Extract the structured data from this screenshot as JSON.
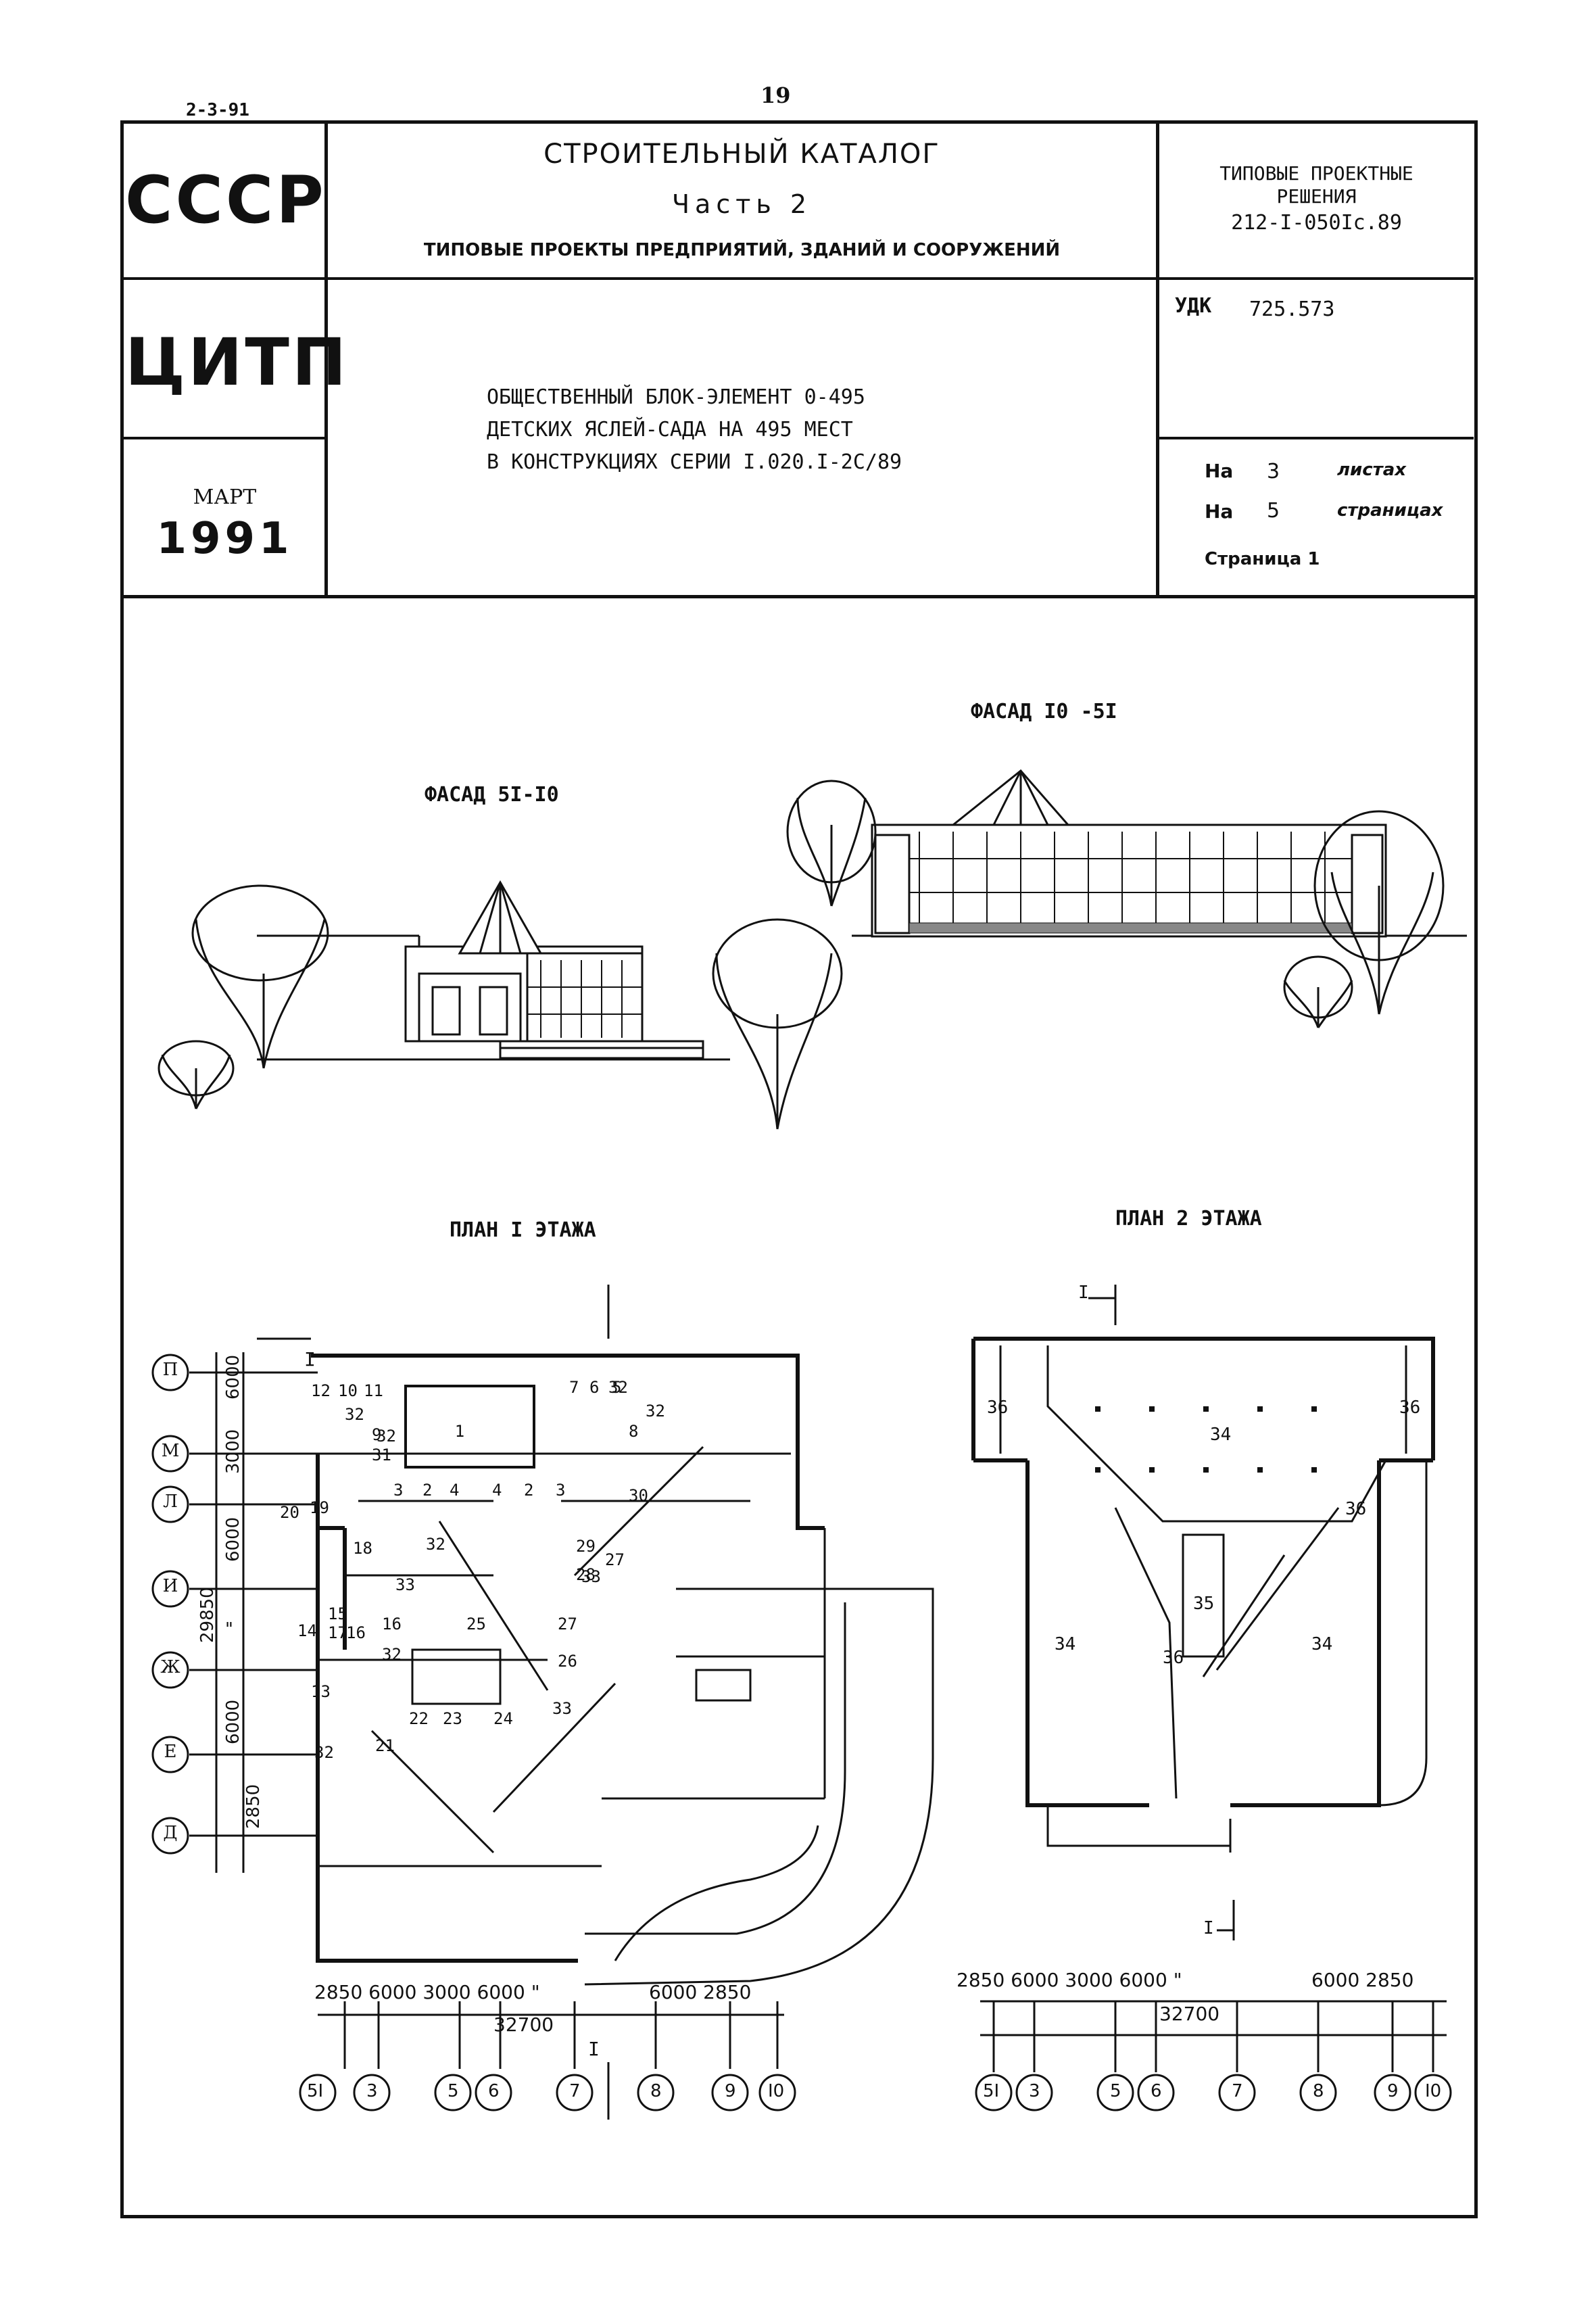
{
  "header": {
    "top_left_code": "2-3-91",
    "page_number": "19",
    "org1": "СССР",
    "org2": "ЦИТП",
    "month": "МАРТ",
    "year": "1991",
    "catalog_title": "СТРОИТЕЛЬНЫЙ КАТАЛОГ",
    "part": "Часть 2",
    "subtitle": "ТИПОВЫЕ ПРОЕКТЫ ПРЕДПРИЯТИЙ, ЗДАНИЙ И СООРУЖЕНИЙ",
    "solutions_line1": "ТИПОВЫЕ ПРОЕКТНЫЕ",
    "solutions_line2": "РЕШЕНИЯ",
    "project_code": "212-I-050Iс.89",
    "udk_label": "УДК",
    "udk_value": "725.573",
    "desc_line1": "ОБЩЕСТВЕННЫЙ БЛОК-ЭЛЕМЕНТ 0-495",
    "desc_line2": "ДЕТСКИХ ЯСЛЕЙ-САДА НА 495 МЕСТ",
    "desc_line3": "В КОНСТРУКЦИЯХ СЕРИИ I.020.I-2С/89",
    "sheets_prefix": "На",
    "sheets_count": "3",
    "sheets_label": "листах",
    "pages_prefix": "На",
    "pages_count": "5",
    "pages_label": "страницах",
    "page_label": "Страница 1"
  },
  "drawings": {
    "facade_left": "ФАСАД 5I-I0",
    "facade_right": "ФАСАД I0 -5I",
    "plan1_title": "ПЛАН I ЭТАЖА",
    "plan2_title": "ПЛАН 2 ЭТАЖА",
    "section_mark": "I",
    "row_axes": [
      "П",
      "М",
      "Л",
      "И",
      "Ж",
      "Е",
      "Д"
    ],
    "row_dims": [
      "6000",
      "3000",
      "6000",
      "29850",
      "\"",
      "6000",
      "2850"
    ],
    "col_axes": [
      "5I",
      "3",
      "5",
      "6",
      "7",
      "8",
      "9",
      "I0"
    ],
    "col_dims": [
      "2850",
      "6000",
      "3000",
      "6000",
      "\"",
      "6000",
      "2850"
    ],
    "total_dim": "32700",
    "plan1_rooms": [
      "1",
      "2",
      "2",
      "3",
      "3",
      "4",
      "4",
      "5",
      "6",
      "7",
      "8",
      "9",
      "10",
      "11",
      "12",
      "13",
      "14",
      "15",
      "16",
      "16",
      "17",
      "18",
      "19",
      "20",
      "21",
      "22",
      "23",
      "24",
      "25",
      "26",
      "27",
      "27",
      "28",
      "29",
      "30",
      "31",
      "32",
      "32",
      "32",
      "32",
      "32",
      "32",
      "32",
      "33",
      "33",
      "33"
    ],
    "plan2_rooms": [
      "34",
      "34",
      "34",
      "35",
      "36",
      "36",
      "36",
      "36"
    ]
  }
}
